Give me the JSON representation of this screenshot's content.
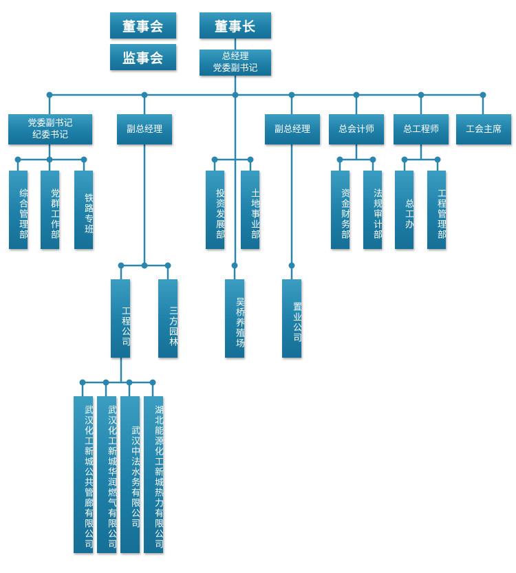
{
  "board": "董事会",
  "supervisory": "监事会",
  "chairman": "董事长",
  "general_manager": {
    "line1": "总经理",
    "line2": "党委副书记"
  },
  "level2": {
    "party_deputy": {
      "line1": "党委副书记",
      "line2": "纪委书记"
    },
    "deputy_gm_a": "副总经理",
    "deputy_gm_b": "副总经理",
    "chief_accountant": "总会计师",
    "chief_engineer": "总工程师",
    "union_chair": "工会主席"
  },
  "departments": {
    "general_admin": "综合管理部",
    "party_work": "党群工作部",
    "railway": "铁路专班",
    "investment": "投资发展部",
    "land": "土地事业部",
    "finance": "资金财务部",
    "audit": "法规审计部",
    "engineer_office": "总工办",
    "engineering_mgmt": "工程管理部"
  },
  "companies": {
    "engineering_co": "工程公司",
    "sanfang": "三方园林",
    "wuqiao": "吴桥养殖场",
    "real_estate": "置业公司"
  },
  "subsidiaries": {
    "pipe_gallery": "武汉化工新城公共管廊有限公司",
    "gas": "武汉化工新城华润燃气有限公司",
    "water": "武汉中法水务有限公司",
    "heat": "湖北能源化工新城热力有限公司"
  },
  "colors": {
    "box": "#1e80a8",
    "line": "#2a86ad"
  }
}
